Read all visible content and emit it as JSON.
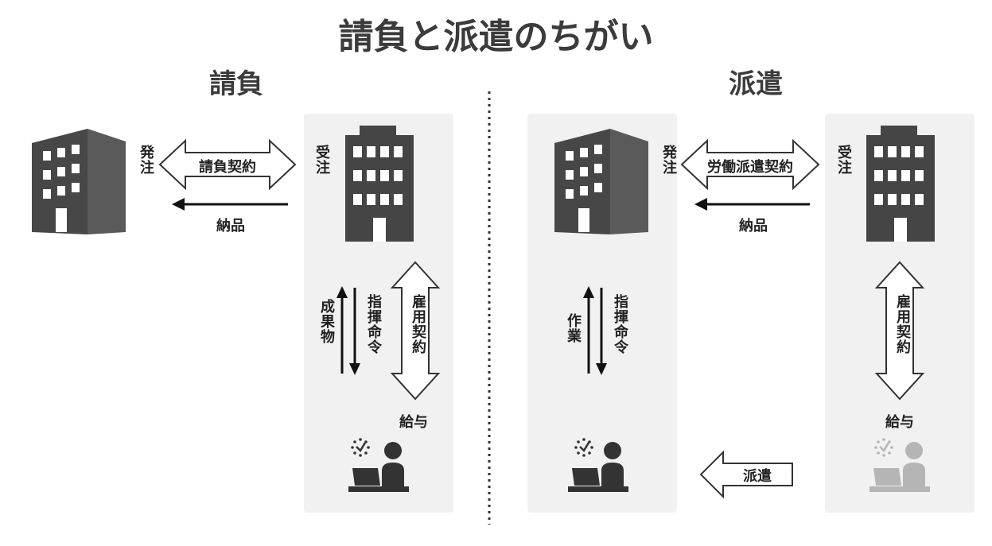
{
  "title": "請負と派遣のちがい",
  "ukeoi": {
    "heading": "請負",
    "orderer": "発注",
    "contractor": "受注",
    "contract_arrow": "請負契約",
    "delivery": "納品",
    "deliverable": "成果物",
    "instruction": "指揮命令",
    "employment": "雇用契約",
    "salary": "給与"
  },
  "haken": {
    "heading": "派遣",
    "orderer": "発注",
    "contractor": "受注",
    "contract_arrow": "労働派遣契約",
    "delivery": "納品",
    "work": "作業",
    "instruction": "指揮命令",
    "employment": "雇用契約",
    "salary": "給与",
    "dispatch": "派遣"
  },
  "colors": {
    "panel": "#f1f1f1",
    "building": "#454545",
    "person": "#333333",
    "person_faded": "#b5b5b5",
    "text": "#222222"
  }
}
